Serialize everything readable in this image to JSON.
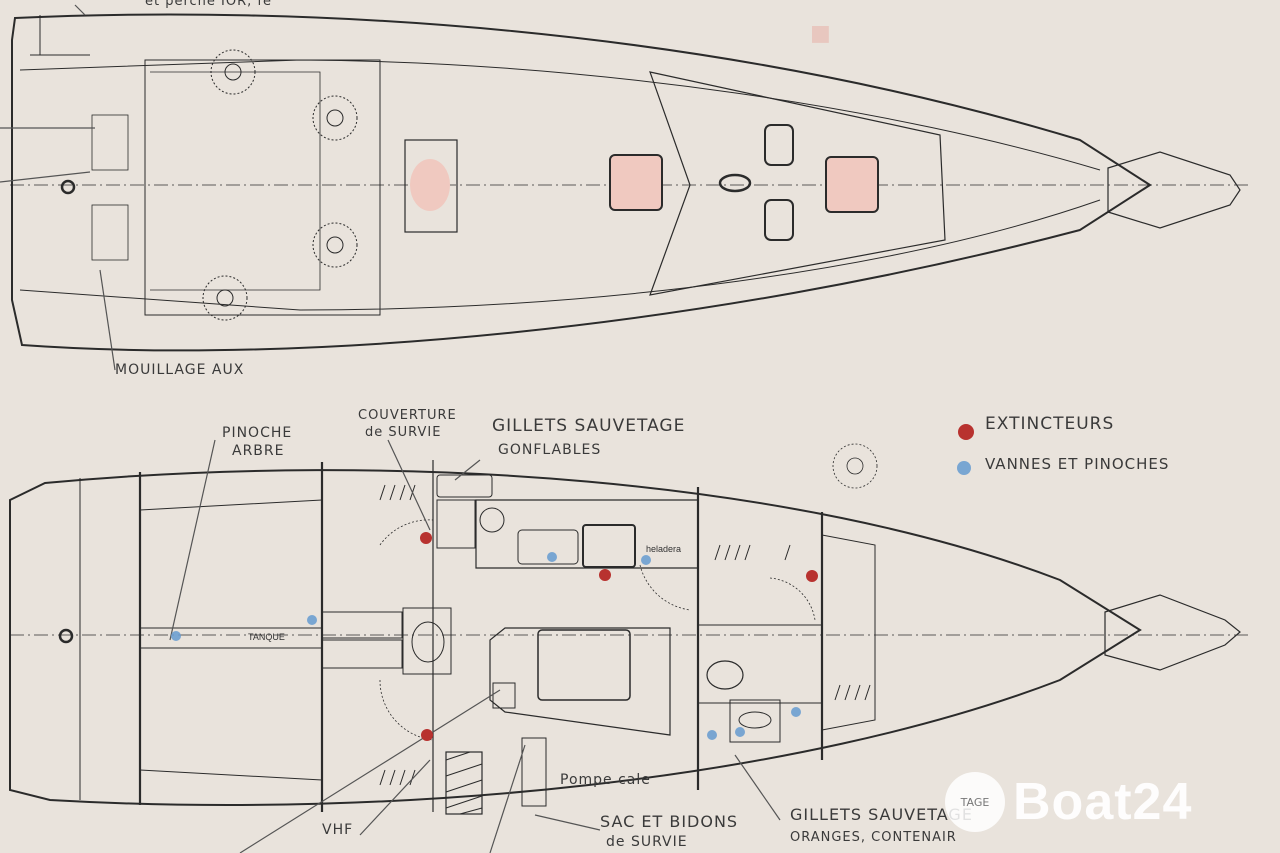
{
  "labels": {
    "top_note": "et perche IOR, fe",
    "mouillage": "MOUILLAGE AUX",
    "pinoche": "PINOCHE",
    "arbre": "ARBRE",
    "couverture": "COUVERTURE",
    "de_survie_top": "de SURVIE",
    "gillets_top_1": "GILLETS SAUVETAGE",
    "gillets_top_2": "GONFLABLES",
    "tanque": "TANQUE",
    "heladera": "heladera",
    "pompe": "Pompe cale",
    "vhf": "VHF",
    "sac_1": "SAC ET BIDONS",
    "sac_2": "de SURVIE",
    "gillets_bottom_1": "GILLETS SAUVETAGE",
    "gillets_bottom_2": "ORANGES, CONTENAIR"
  },
  "legend": {
    "items": [
      {
        "label": "EXTINCTEURS",
        "color": "#b8322f"
      },
      {
        "label": "VANNES ET PINOCHES",
        "color": "#6d9fd0"
      }
    ]
  },
  "watermark": {
    "brand": "Boat24",
    "badge": "TAGE"
  },
  "colors": {
    "paper": "#e9e3dc",
    "ink": "#2b2b2b",
    "pink_fill": "#f0c9c0",
    "extinguisher": "#b8322f",
    "valve": "#6d9fd0"
  }
}
